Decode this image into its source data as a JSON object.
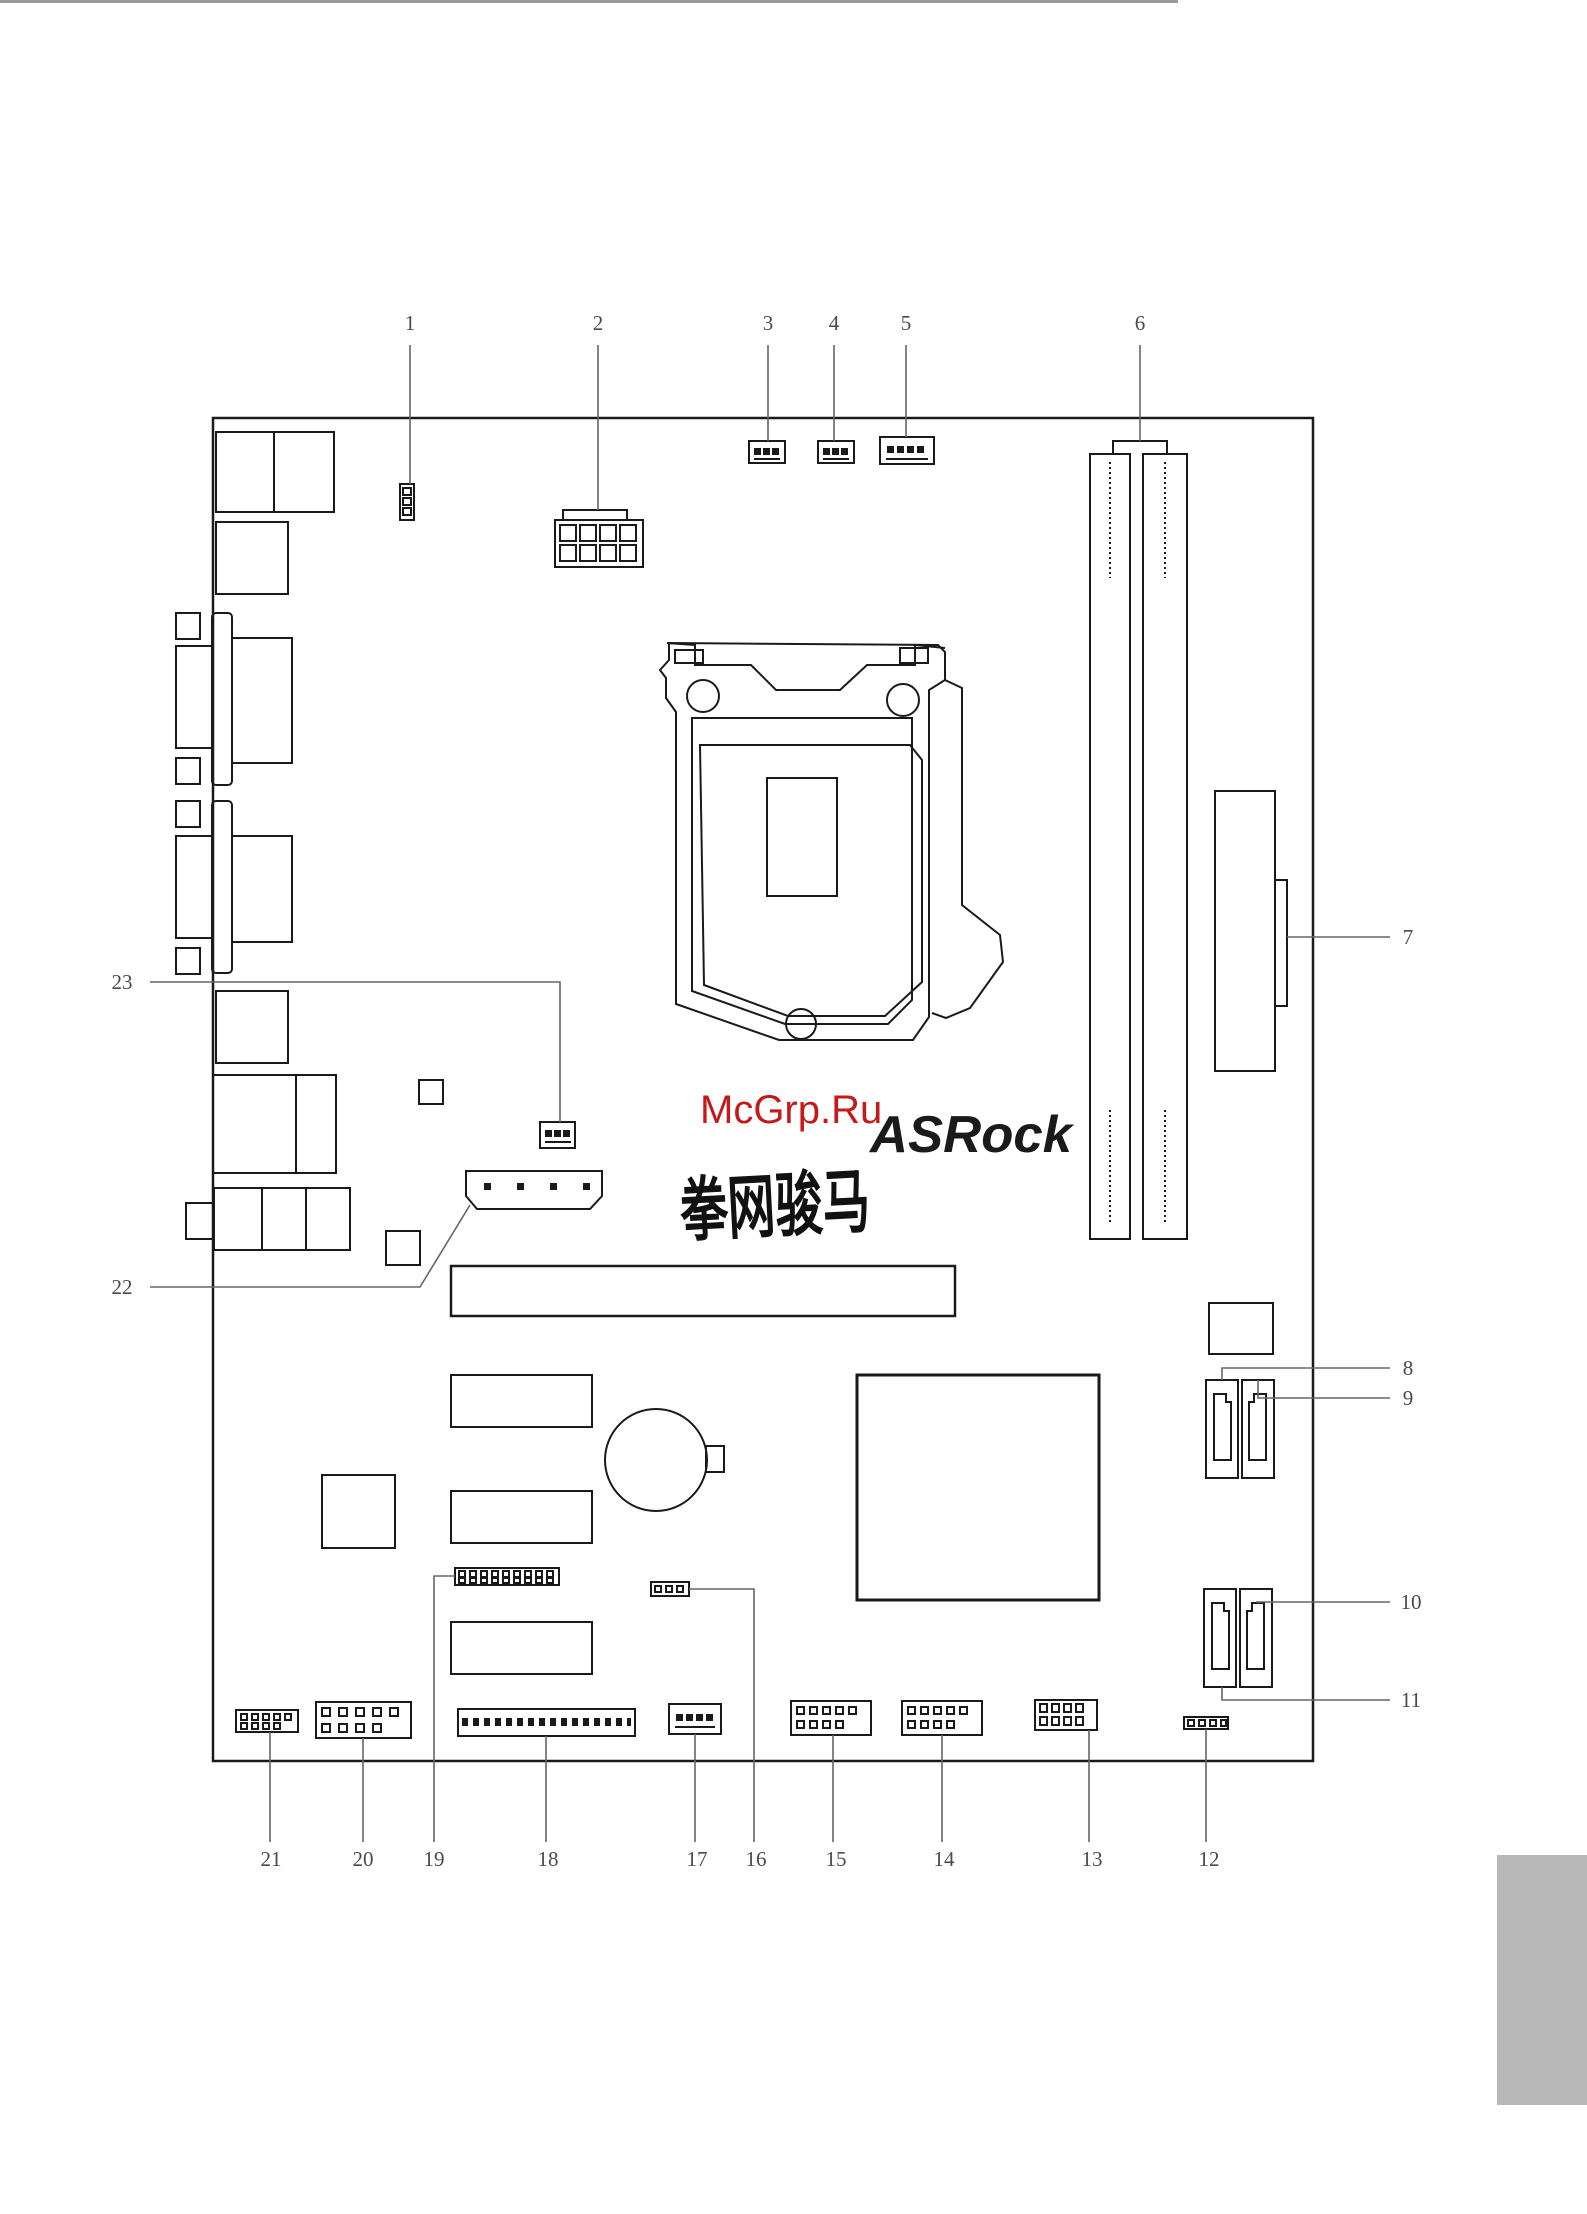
{
  "callouts": {
    "c1": "1",
    "c2": "2",
    "c3": "3",
    "c4": "4",
    "c5": "5",
    "c6": "6",
    "c7": "7",
    "c8": "8",
    "c9": "9",
    "c10": "10",
    "c11": "11",
    "c12": "12",
    "c13": "13",
    "c14": "14",
    "c15": "15",
    "c16": "16",
    "c17": "17",
    "c18": "18",
    "c19": "19",
    "c20": "20",
    "c21": "21",
    "c22": "22",
    "c23": "23"
  },
  "board": {
    "brand_logo": "ASRock",
    "watermark": "McGrp.Ru",
    "stamp_text": "拳网骏马"
  },
  "colors": {
    "line": "#1a1a1a",
    "leader": "#666666",
    "watermark": "#c41a1a",
    "tab": "#b8b8b8"
  }
}
